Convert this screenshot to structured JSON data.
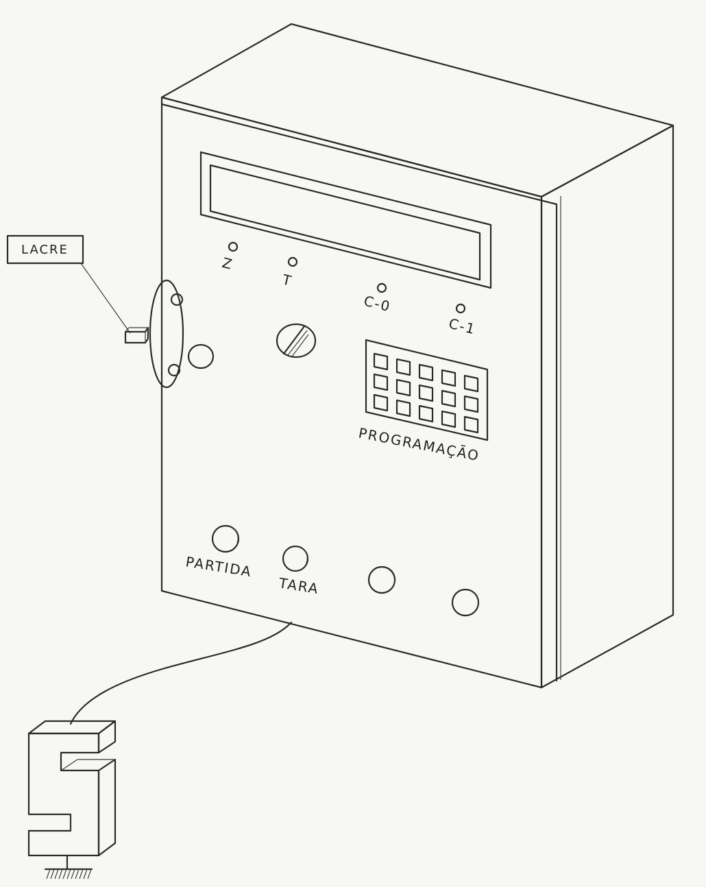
{
  "callout": {
    "seal_label": "LACRE"
  },
  "indicators": {
    "z_label": "Z",
    "t_label": "T",
    "c0_label": "C-0",
    "c1_label": "C-1"
  },
  "keypad": {
    "title": "PROGRAMAÇÃO",
    "rows": 3,
    "columns": 5
  },
  "buttons": {
    "start_label": "PARTIDA",
    "tare_label": "TARA"
  }
}
